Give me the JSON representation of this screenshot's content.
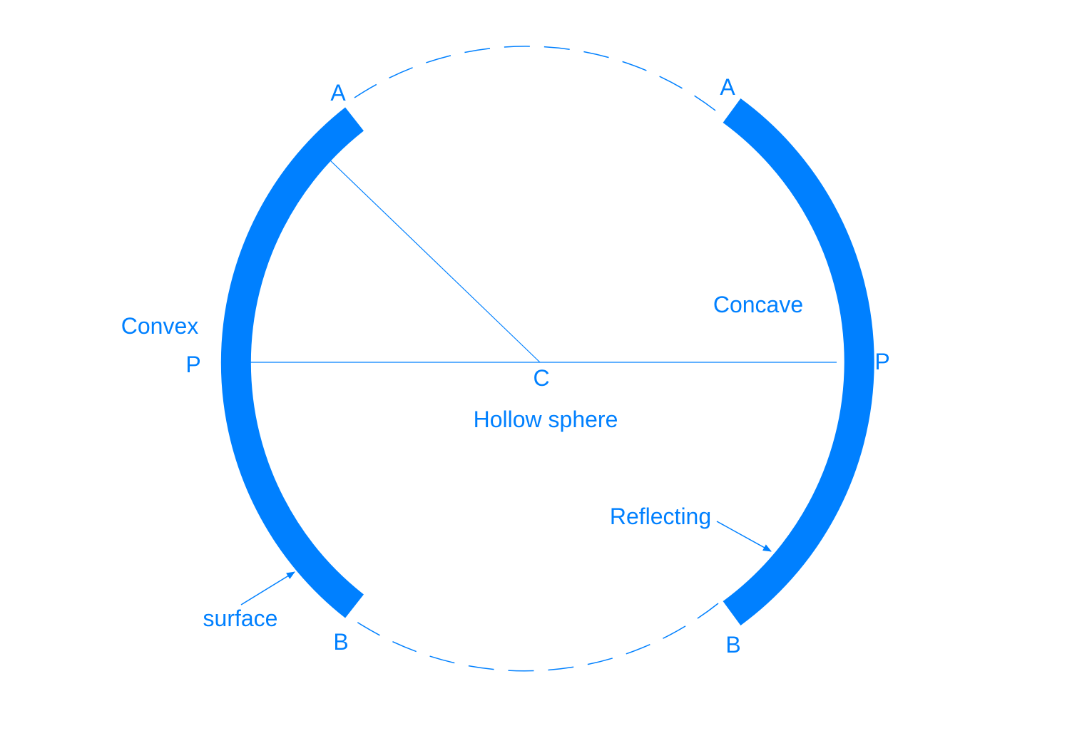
{
  "colors": {
    "accent": "#0080ff"
  },
  "labels": {
    "left_top": "A",
    "left_bottom": "B",
    "left_pole": "P",
    "right_top": "A",
    "right_bottom": "B",
    "right_pole": "P",
    "center": "C",
    "convex": "Convex",
    "concave": "Concave",
    "hollow_sphere": "Hollow sphere",
    "reflecting": "Reflecting",
    "surface": "surface"
  }
}
